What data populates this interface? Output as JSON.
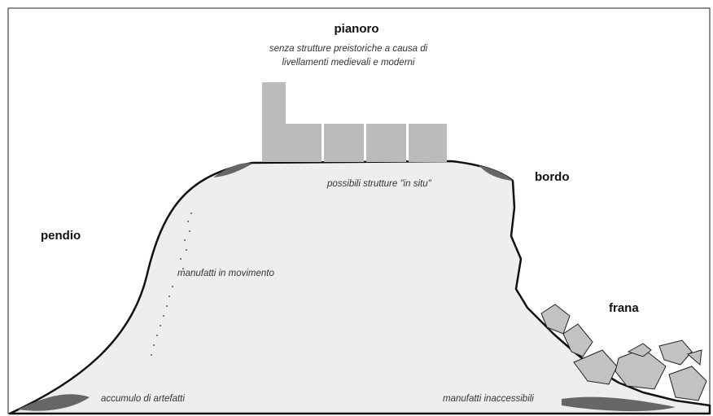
{
  "labels": {
    "pianoro": "pianoro",
    "pianoro_note_1": "senza strutture preistoriche a causa di",
    "pianoro_note_2": "livellamenti medievali e moderni",
    "bordo": "bordo",
    "strutture": "possibili strutture \"in situ\"",
    "pendio": "pendio",
    "manufatti_movimento": "manufatti in movimento",
    "frana": "frana",
    "accumulo": "accumulo di artefatti",
    "manufatti_inaccessibili": "manufatti inaccessibili"
  },
  "colors": {
    "background": "#ffffff",
    "frame": "#222222",
    "ground_fill": "#eeeeee",
    "outline": "#111111",
    "building": "#bbbbbb",
    "deposit": "#666666",
    "debris": "#c2c2c2"
  }
}
